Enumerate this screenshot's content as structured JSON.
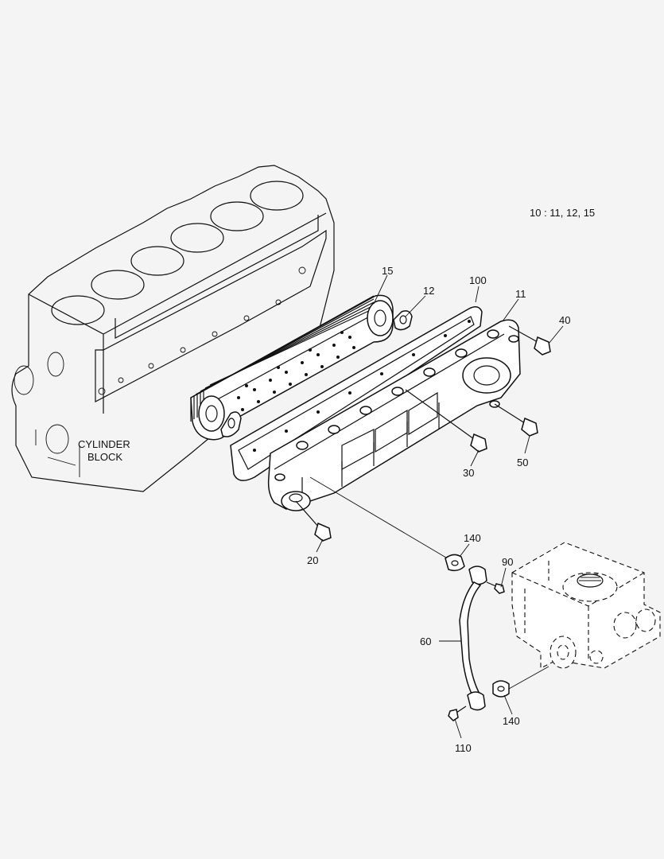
{
  "diagram": {
    "kit_note": "10 : 11, 12, 15",
    "block_label_line1": "CYLINDER",
    "block_label_line2": "BLOCK",
    "callouts": {
      "c15": "15",
      "c12": "12",
      "c100": "100",
      "c11": "11",
      "c40": "40",
      "c50": "50",
      "c30": "30",
      "c20": "20",
      "c140a": "140",
      "c90": "90",
      "c60": "60",
      "c140b": "140",
      "c110": "110"
    }
  }
}
